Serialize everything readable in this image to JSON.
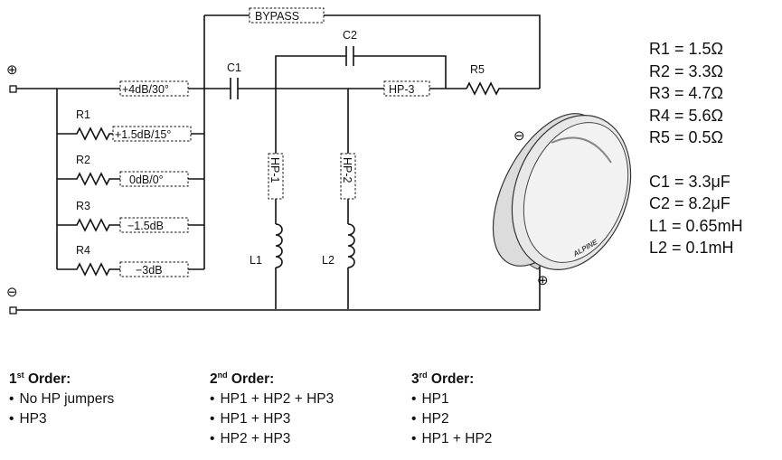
{
  "switch_labels": {
    "bypass": "BYPASS",
    "plus4": "+4dB/30°",
    "plus15": "+1.5dB/15°",
    "zero": "0dB/0°",
    "minus15": "−1.5dB",
    "minus3": "−3dB",
    "hp1": "HP-1",
    "hp2": "HP-2",
    "hp3": "HP-3"
  },
  "component_labels": {
    "r1": "R1",
    "r2": "R2",
    "r3": "R3",
    "r4": "R4",
    "r5": "R5",
    "c1": "C1",
    "c2": "C2",
    "l1": "L1",
    "l2": "L2"
  },
  "terminals": {
    "plus": "⊕",
    "minus": "⊖"
  },
  "values": {
    "r1": "R1 = 1.5Ω",
    "r2": "R2 = 3.3Ω",
    "r3": "R3 = 4.7Ω",
    "r4": "R4 = 5.6Ω",
    "r5": "R5 = 0.5Ω",
    "c1": "C1 = 3.3μF",
    "c2": "C2 = 8.2μF",
    "l1": "L1 = 0.65mH",
    "l2": "L2 = 0.1mH"
  },
  "speaker_brand": "ALPINE",
  "orders": [
    {
      "num": "1",
      "sup": "st",
      "word": " Order:",
      "items": [
        "No HP jumpers",
        "HP3"
      ]
    },
    {
      "num": "2",
      "sup": "nd",
      "word": " Order:",
      "items": [
        "HP1 + HP2 + HP3",
        "HP1 + HP3",
        "HP2 + HP3"
      ]
    },
    {
      "num": "3",
      "sup": "rd",
      "word": " Order:",
      "items": [
        "HP1",
        "HP2",
        "HP1 + HP2"
      ]
    }
  ]
}
